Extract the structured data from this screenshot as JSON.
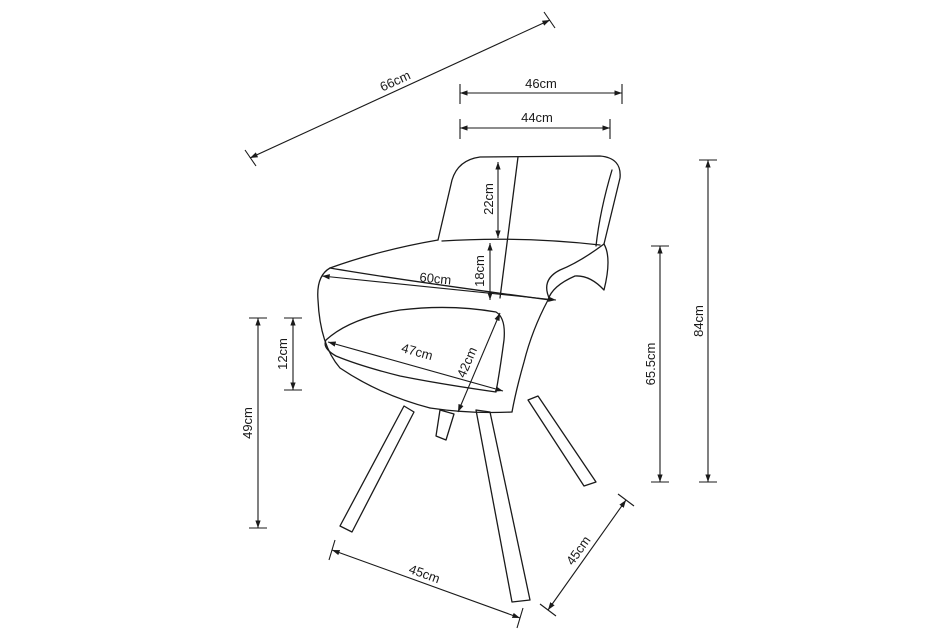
{
  "dimensions": {
    "diagonal_depth": "66cm",
    "top_back_width": "46cm",
    "back_width": "44cm",
    "back_upper_height": "22cm",
    "back_lower_height": "18cm",
    "arm_width": "60cm",
    "seat_width": "47cm",
    "seat_depth": "42cm",
    "seat_thickness": "12cm",
    "seat_height": "49cm",
    "arm_height": "65.5cm",
    "total_height": "84cm",
    "base_front": "45cm",
    "base_side": "45cm"
  },
  "colors": {
    "line": "#1a1a1a",
    "background": "#ffffff"
  }
}
